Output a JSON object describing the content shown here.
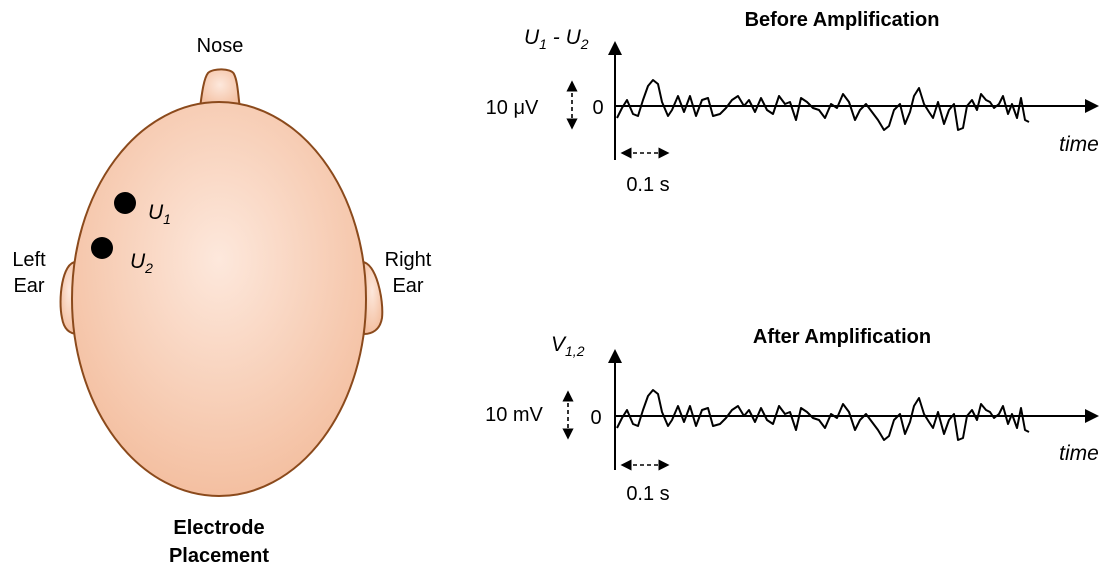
{
  "head": {
    "nose_label": "Nose",
    "left_ear_line1": "Left",
    "left_ear_line2": "Ear",
    "right_ear_line1": "Right",
    "right_ear_line2": "Ear",
    "electrode1_label": "U",
    "electrode1_sub": "1",
    "electrode2_label": "U",
    "electrode2_sub": "2",
    "caption_line1": "Electrode",
    "caption_line2": "Placement",
    "skin_color_light": "#fde4d6",
    "skin_color_dark": "#f2b896",
    "outline_color": "#8b4a1c"
  },
  "plots": [
    {
      "title": "Before Amplification",
      "ylabel_main": "U",
      "ylabel_sub1": "1",
      "ylabel_minus": " - U",
      "ylabel_sub2": "2",
      "scale_label": "10 μV",
      "zero_label": "0",
      "xlabel": "time",
      "time_scale_label": "0.1 s"
    },
    {
      "title": "After Amplification",
      "ylabel_main": "V",
      "ylabel_sub1": "1,2",
      "scale_label": "10 mV",
      "zero_label": "0",
      "xlabel": "time",
      "time_scale_label": "0.1 s"
    }
  ]
}
